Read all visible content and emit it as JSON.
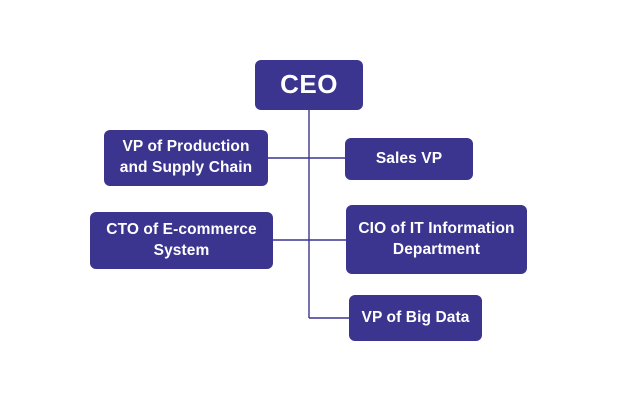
{
  "org_chart": {
    "box_color": "#3c3590",
    "line_color": "#3c3590",
    "text_color": "#ffffff",
    "root": {
      "label": "CEO"
    },
    "left_nodes": [
      {
        "label": "VP of Production\nand Supply Chain"
      },
      {
        "label": "CTO of E-commerce\nSystem"
      }
    ],
    "right_nodes": [
      {
        "label": "Sales VP"
      },
      {
        "label": "CIO of IT Information\nDepartment"
      },
      {
        "label": "VP of Big Data"
      }
    ]
  }
}
